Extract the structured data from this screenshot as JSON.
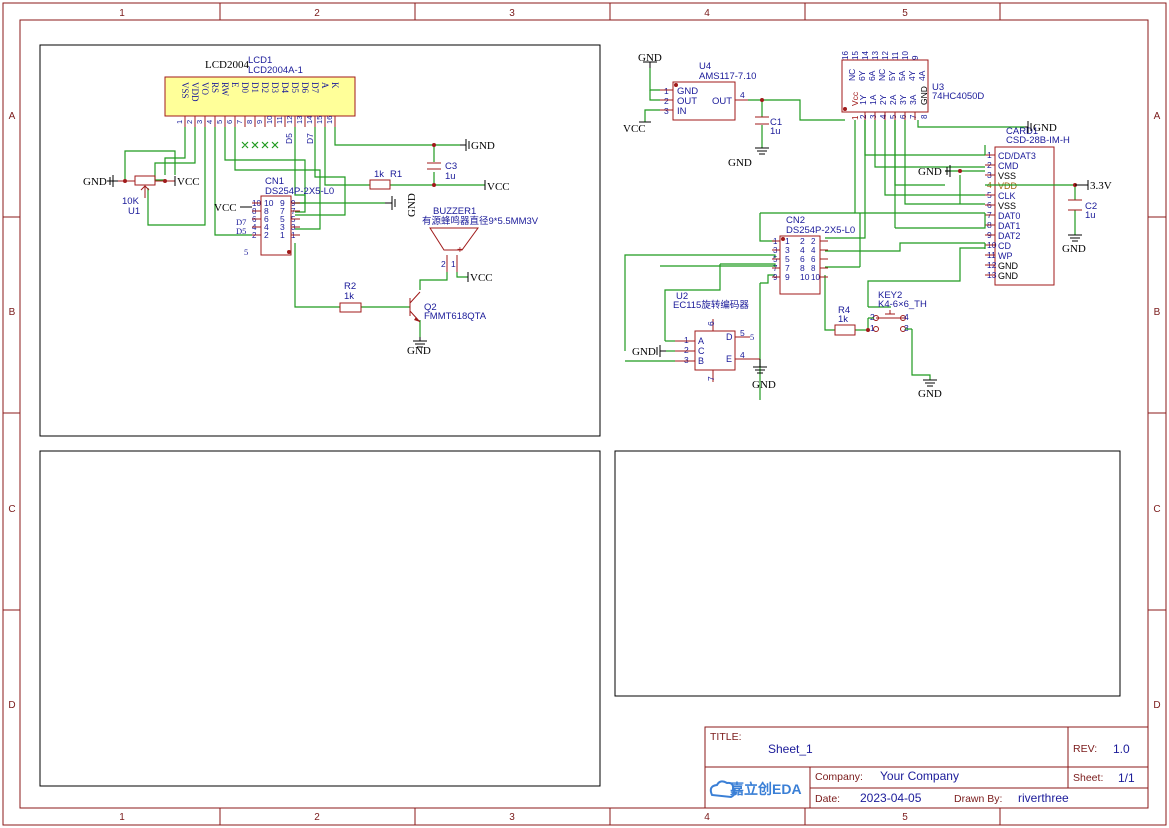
{
  "border": {
    "columns": [
      "1",
      "2",
      "3",
      "4",
      "5"
    ],
    "rows": [
      "A",
      "B",
      "C",
      "D"
    ]
  },
  "title_block": {
    "title_label": "TITLE:",
    "title_value": "Sheet_1",
    "rev_label": "REV:",
    "rev_value": "1.0",
    "company_label": "Company:",
    "company_value": "Your Company",
    "sheet_label": "Sheet:",
    "sheet_value": "1/1",
    "date_label": "Date:",
    "date_value": "2023-04-05",
    "drawn_label": "Drawn By:",
    "drawn_value": "riverthree",
    "logo_text": "嘉立创EDA"
  },
  "nets": {
    "gnd": "GND",
    "vcc": "VCC",
    "v33": "3.3V"
  },
  "lcd": {
    "ref": "LCD1",
    "value": "LCD2004A-1",
    "footprint": "LCD2004",
    "pins": [
      "VSS",
      "VDD",
      "VO",
      "RS",
      "RW",
      "E",
      "D0",
      "D1",
      "D2",
      "D3",
      "D4",
      "D5",
      "D6",
      "D7",
      "A",
      "K"
    ],
    "numbers": [
      "1",
      "2",
      "3",
      "4",
      "5",
      "6",
      "7",
      "8",
      "9",
      "10",
      "11",
      "12",
      "13",
      "14",
      "15",
      "16"
    ],
    "tag_d5": "D5",
    "tag_d7": "D7"
  },
  "pot": {
    "ref": "U1",
    "value": "10K"
  },
  "cn1": {
    "ref": "CN1",
    "value": "DS254P-2X5-L0",
    "left_pins": [
      "10",
      "8",
      "6",
      "4",
      "2"
    ],
    "right_pins": [
      "9",
      "7",
      "5",
      "3",
      "1"
    ],
    "labels": [
      "D7",
      "D5"
    ],
    "extra": "5"
  },
  "r1": {
    "ref": "R1",
    "value": "1k"
  },
  "c3": {
    "ref": "C3",
    "value": "1u"
  },
  "buzzer": {
    "ref": "BUZZER1",
    "value": "有源蜂鸣器直径9*5.5MM3V",
    "pin2": "2",
    "pin1": "1",
    "plus": "+"
  },
  "r2": {
    "ref": "R2",
    "value": "1k"
  },
  "q2": {
    "ref": "Q2",
    "value": "FMMT618QTA"
  },
  "u4": {
    "ref": "U4",
    "value": "AMS117-7.10",
    "pins": [
      "GND",
      "OUT",
      "IN"
    ],
    "numbers": [
      "1",
      "2",
      "3"
    ],
    "out_label": "OUT",
    "out_num": "4"
  },
  "c1": {
    "ref": "C1",
    "value": "1u"
  },
  "u3": {
    "ref": "U3",
    "value": "74HC4050D",
    "top_pins": [
      "NC",
      "6Y",
      "6A",
      "NC",
      "5Y",
      "5A",
      "4Y",
      "4A"
    ],
    "top_nums": [
      "16",
      "15",
      "14",
      "13",
      "12",
      "11",
      "10",
      "9"
    ],
    "bot_pins": [
      "1Y",
      "1A",
      "2Y",
      "2A",
      "3Y",
      "3A"
    ],
    "bot_nums": [
      "2",
      "3",
      "4",
      "5",
      "6",
      "7"
    ],
    "vcc": "Vcc",
    "vcc_num": "1",
    "gnd": "GND",
    "gnd_num": "8"
  },
  "card": {
    "ref": "CARD1",
    "value": "CSD-28B-IM-H",
    "pins": [
      "CD/DAT3",
      "CMD",
      "VSS",
      "VDD",
      "CLK",
      "VSS",
      "DAT0",
      "DAT1",
      "DAT2",
      "CD",
      "WP",
      "GND",
      "GND"
    ],
    "numbers": [
      "1",
      "2",
      "3",
      "4",
      "5",
      "6",
      "7",
      "8",
      "9",
      "10",
      "11",
      "12",
      "13"
    ]
  },
  "c2": {
    "ref": "C2",
    "value": "1u"
  },
  "cn2": {
    "ref": "CN2",
    "value": "DS254P-2X5-L0",
    "left_pins": [
      "1",
      "3",
      "5",
      "7",
      "9"
    ],
    "right_pins": [
      "2",
      "4",
      "6",
      "8",
      "10"
    ]
  },
  "u2": {
    "ref": "U2",
    "value": "EC115旋转编码器",
    "left": [
      "A",
      "C",
      "B"
    ],
    "left_nums": [
      "1",
      "2",
      "3"
    ],
    "right": [
      "D",
      "E"
    ],
    "right_nums": [
      "5",
      "4"
    ],
    "top_num": "6",
    "bot_num": "7",
    "tag5": "5"
  },
  "r4": {
    "ref": "R4",
    "value": "1k"
  },
  "key2": {
    "ref": "KEY2",
    "value": "K4-6×6_TH",
    "nums": [
      "2",
      "1",
      "4",
      "3"
    ]
  }
}
